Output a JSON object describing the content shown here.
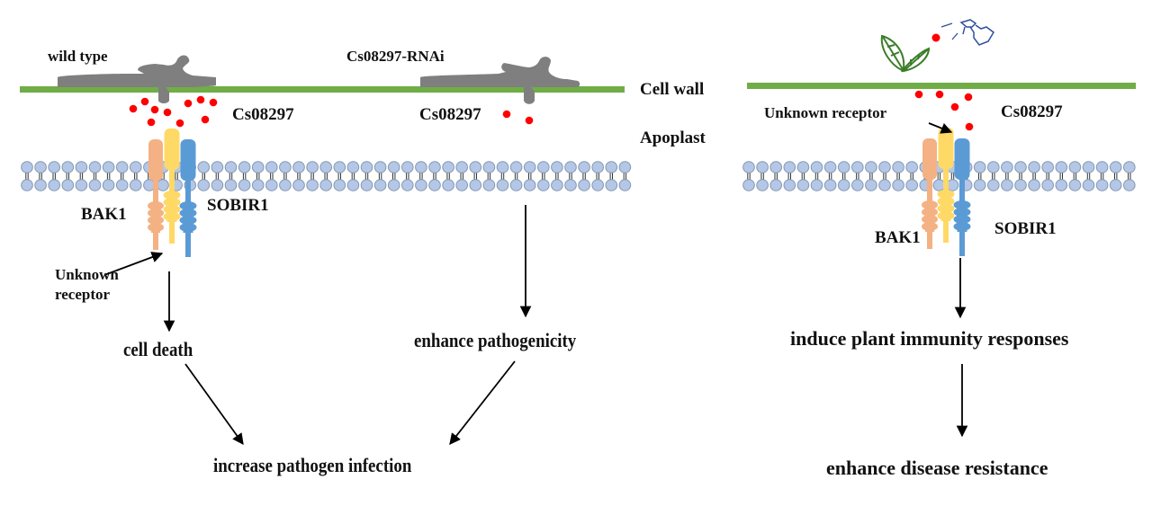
{
  "colors": {
    "cell_wall": "#70AD47",
    "hypha": "#7F7F7F",
    "effector": "#FF0000",
    "bak1": "#F4B183",
    "unknown_receptor": "#FFD966",
    "sobir1": "#5B9BD5",
    "lipid_head": "#B4C7E7",
    "lipid_outline": "#8497B0",
    "leaf": "#2E7D32",
    "spray_bottle": "#2F4F9F",
    "arrow": "#000000"
  },
  "labels": {
    "cell_wall": "Cell wall",
    "apoplast": "Apoplast"
  },
  "panels": {
    "wild_type": {
      "title": "wild type",
      "effector": "Cs08297",
      "bak1": "BAK1",
      "sobir1": "SOBIR1",
      "receptor_line1": "Unknown",
      "receptor_line2": "receptor",
      "outcome": "cell death"
    },
    "rnai": {
      "title": "Cs08297-RNAi",
      "effector": "Cs08297",
      "outcome": "enhance pathogenicity"
    },
    "combined_outcome": "increase pathogen infection",
    "treatment": {
      "effector": "Cs08297",
      "receptor": "Unknown receptor",
      "bak1": "BAK1",
      "sobir1": "SOBIR1",
      "outcome1": "induce plant immunity responses",
      "outcome2": "enhance disease resistance"
    }
  },
  "icons": [
    "hypha-icon",
    "leaf-icon",
    "spray-bottle-icon",
    "effector-dot-icon",
    "arrow-icon"
  ]
}
